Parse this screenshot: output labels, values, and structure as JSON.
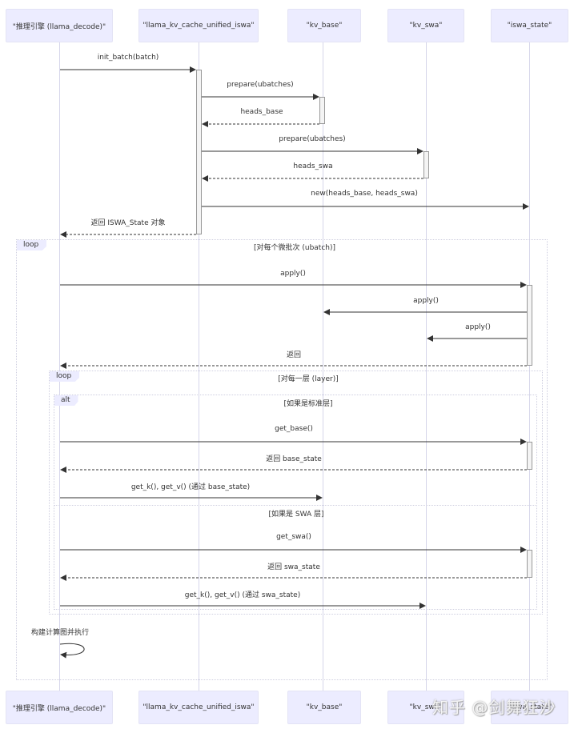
{
  "participants": [
    {
      "id": "engine",
      "label": "\"推理引擎 (llama_decode)\""
    },
    {
      "id": "iswa",
      "label": "\"llama_kv_cache_unified_iswa\""
    },
    {
      "id": "kv_base",
      "label": "\"kv_base\""
    },
    {
      "id": "kv_swa",
      "label": "\"kv_swa\""
    },
    {
      "id": "iswa_state",
      "label": "\"iswa_state\""
    }
  ],
  "messages": [
    {
      "from": "engine",
      "to": "iswa",
      "label": "init_batch(batch)",
      "type": "sync"
    },
    {
      "from": "iswa",
      "to": "kv_base",
      "label": "prepare(ubatches)",
      "type": "sync"
    },
    {
      "from": "kv_base",
      "to": "iswa",
      "label": "heads_base",
      "type": "reply"
    },
    {
      "from": "iswa",
      "to": "kv_swa",
      "label": "prepare(ubatches)",
      "type": "sync"
    },
    {
      "from": "kv_swa",
      "to": "iswa",
      "label": "heads_swa",
      "type": "reply"
    },
    {
      "from": "iswa",
      "to": "iswa_state",
      "label": "new(heads_base, heads_swa)",
      "type": "sync"
    },
    {
      "from": "iswa",
      "to": "engine",
      "label": "返回 ISWA_State 对象",
      "type": "reply"
    },
    {
      "from": "engine",
      "to": "iswa_state",
      "label": "apply()",
      "type": "sync"
    },
    {
      "from": "iswa_state",
      "to": "kv_base",
      "label": "apply()",
      "type": "sync"
    },
    {
      "from": "iswa_state",
      "to": "kv_swa",
      "label": "apply()",
      "type": "sync"
    },
    {
      "from": "iswa_state",
      "to": "engine",
      "label": "返回",
      "type": "reply"
    },
    {
      "from": "engine",
      "to": "iswa_state",
      "label": "get_base()",
      "type": "sync"
    },
    {
      "from": "iswa_state",
      "to": "engine",
      "label": "返回 base_state",
      "type": "reply"
    },
    {
      "from": "engine",
      "to": "kv_base",
      "label": "get_k(), get_v() (通过 base_state)",
      "type": "sync"
    },
    {
      "from": "engine",
      "to": "iswa_state",
      "label": "get_swa()",
      "type": "sync"
    },
    {
      "from": "iswa_state",
      "to": "engine",
      "label": "返回 swa_state",
      "type": "reply"
    },
    {
      "from": "engine",
      "to": "kv_swa",
      "label": "get_k(), get_v() (通过 swa_state)",
      "type": "sync"
    },
    {
      "from": "engine",
      "to": "engine",
      "label": "构建计算图并执行",
      "type": "self"
    }
  ],
  "frames": {
    "outer_loop": {
      "tag": "loop",
      "title": "[对每个微批次 (ubatch)]"
    },
    "inner_loop": {
      "tag": "loop",
      "title": "[对每一层 (layer)]"
    },
    "alt": {
      "tag": "alt",
      "title": "[如果是标准层]",
      "else_title": "[如果是 SWA 层]"
    }
  },
  "watermark": "知乎 @剑舞狂沙",
  "colors": {
    "actor_fill": "#ececff",
    "lifeline": "#d6d6ea",
    "arrow": "#333333",
    "frame_border": "#cfcfe0"
  }
}
